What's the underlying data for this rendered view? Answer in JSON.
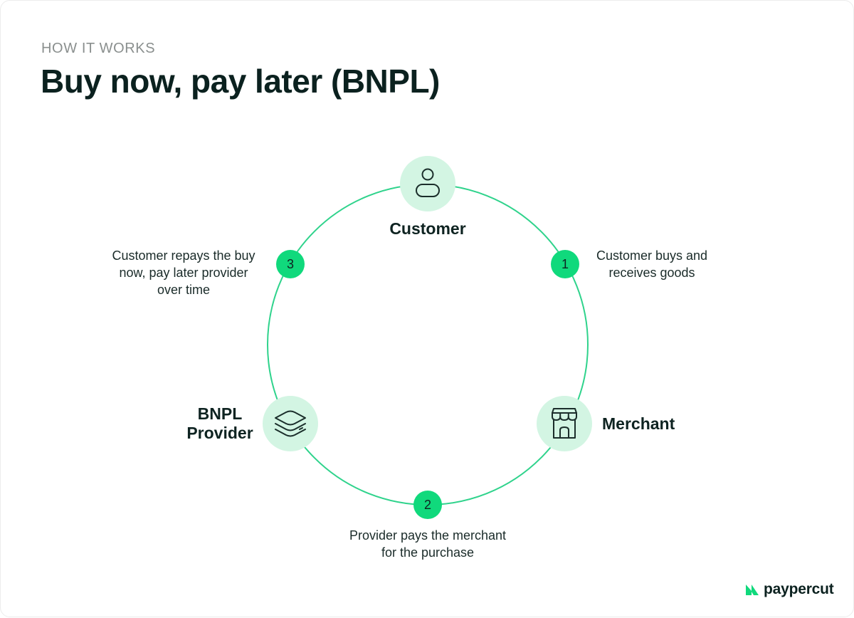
{
  "header": {
    "eyebrow": "HOW IT WORKS",
    "title": "Buy now, pay later (BNPL)"
  },
  "diagram": {
    "nodes": [
      {
        "id": "customer",
        "label": "Customer",
        "icon": "person-icon"
      },
      {
        "id": "merchant",
        "label": "Merchant",
        "icon": "storefront-icon"
      },
      {
        "id": "provider",
        "label_lines": [
          "BNPL",
          "Provider"
        ],
        "icon": "stacked-layers-icon"
      }
    ],
    "steps": [
      {
        "number": "1",
        "lines": [
          "Customer buys and",
          "receives goods"
        ]
      },
      {
        "number": "2",
        "lines": [
          "Provider pays the merchant",
          "for the purchase"
        ]
      },
      {
        "number": "3",
        "lines": [
          "Customer repays the buy",
          "now, pay later provider",
          "over time"
        ]
      }
    ],
    "colors": {
      "ring": "#2fd38c",
      "node_fill": "#d3f5e3",
      "badge_fill": "#10d97c",
      "icon_stroke": "#1b2e2b"
    }
  },
  "brand": {
    "name": "paypercut",
    "logo_icon": "paypercut-logo-icon",
    "logo_color": "#10d97c"
  }
}
